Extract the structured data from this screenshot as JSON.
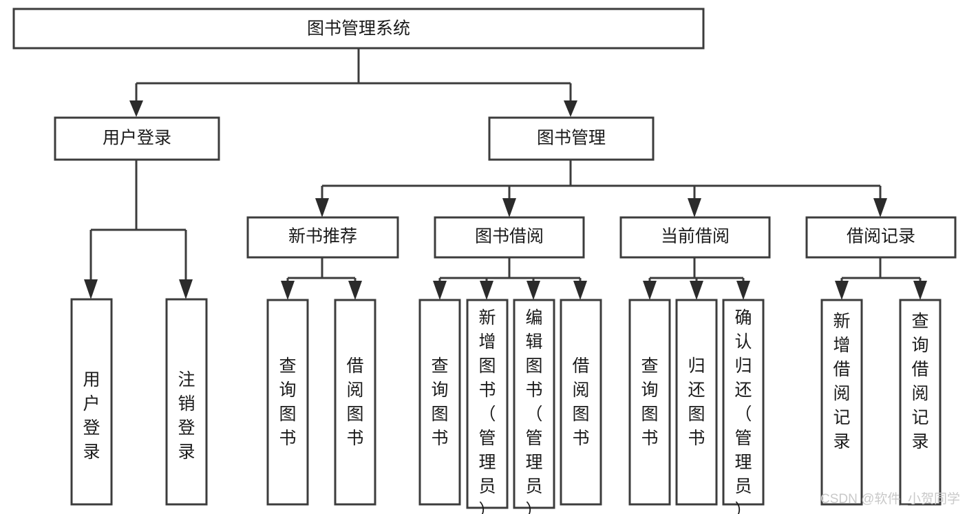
{
  "diagram": {
    "type": "tree",
    "title": "图书管理系统",
    "orientation": "top-down",
    "background_color": "#ffffff",
    "box_stroke_color": "#3c3c3c",
    "text_color": "#1a1a1a",
    "connector_color": "#3c3c3c"
  },
  "root": {
    "label": "图书管理系统"
  },
  "level2": {
    "user_login": {
      "label": "用户登录"
    },
    "book_manage": {
      "label": "图书管理"
    }
  },
  "level3": {
    "new_book_recommend": {
      "label": "新书推荐"
    },
    "book_borrow": {
      "label": "图书借阅"
    },
    "current_borrow": {
      "label": "当前借阅"
    },
    "borrow_record": {
      "label": "借阅记录"
    }
  },
  "leaves": {
    "user_login": [
      {
        "label": "用户登录"
      },
      {
        "label": "注销登录"
      }
    ],
    "new_book_recommend": [
      {
        "label": "查询图书"
      },
      {
        "label": "借阅图书"
      }
    ],
    "book_borrow": [
      {
        "label": "查询图书"
      },
      {
        "label": "新增图书（管理员）"
      },
      {
        "label": "编辑图书（管理员）"
      },
      {
        "label": "借阅图书"
      }
    ],
    "current_borrow": [
      {
        "label": "查询图书"
      },
      {
        "label": "归还图书"
      },
      {
        "label": "确认归还（管理员）"
      }
    ],
    "borrow_record": [
      {
        "label": "新增借阅记录"
      },
      {
        "label": "查询借阅记录"
      }
    ]
  },
  "watermark": {
    "text": "CSDN @软件_小贺同学",
    "color": "#c9c9c9"
  }
}
